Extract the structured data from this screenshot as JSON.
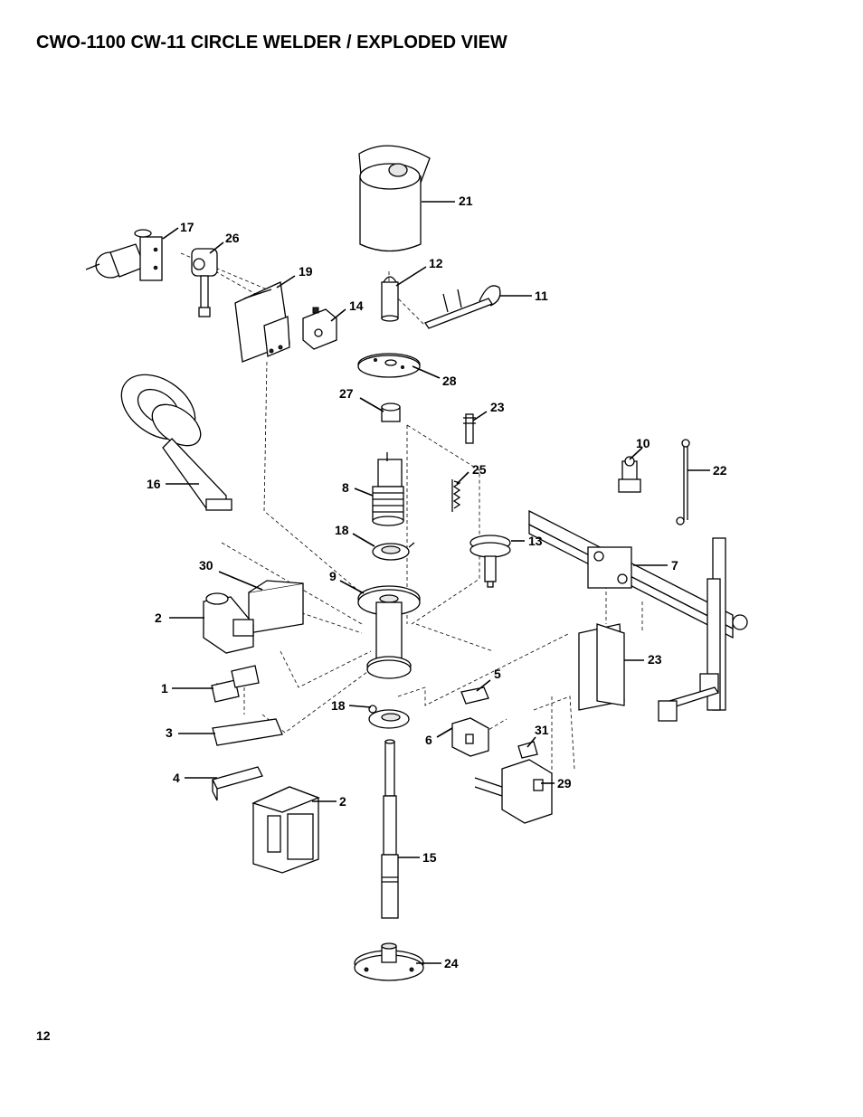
{
  "page": {
    "title": "CWO-1100 CW-11 CIRCLE WELDER / EXPLODED VIEW",
    "page_number": "12"
  },
  "callouts": [
    {
      "id": "21",
      "label": "21"
    },
    {
      "id": "17",
      "label": "17"
    },
    {
      "id": "26",
      "label": "26"
    },
    {
      "id": "19",
      "label": "19"
    },
    {
      "id": "12",
      "label": "12"
    },
    {
      "id": "11",
      "label": "11"
    },
    {
      "id": "14",
      "label": "14"
    },
    {
      "id": "28",
      "label": "28"
    },
    {
      "id": "27",
      "label": "27"
    },
    {
      "id": "23a",
      "label": "23"
    },
    {
      "id": "10",
      "label": "10"
    },
    {
      "id": "22",
      "label": "22"
    },
    {
      "id": "25",
      "label": "25"
    },
    {
      "id": "16",
      "label": "16"
    },
    {
      "id": "8",
      "label": "8"
    },
    {
      "id": "18a",
      "label": "18"
    },
    {
      "id": "13",
      "label": "13"
    },
    {
      "id": "7",
      "label": "7"
    },
    {
      "id": "30",
      "label": "30"
    },
    {
      "id": "9",
      "label": "9"
    },
    {
      "id": "2a",
      "label": "2"
    },
    {
      "id": "23b",
      "label": "23"
    },
    {
      "id": "5",
      "label": "5"
    },
    {
      "id": "1",
      "label": "1"
    },
    {
      "id": "18b",
      "label": "18"
    },
    {
      "id": "3",
      "label": "3"
    },
    {
      "id": "6",
      "label": "6"
    },
    {
      "id": "31",
      "label": "31"
    },
    {
      "id": "4",
      "label": "4"
    },
    {
      "id": "29",
      "label": "29"
    },
    {
      "id": "2b",
      "label": "2"
    },
    {
      "id": "15",
      "label": "15"
    },
    {
      "id": "24",
      "label": "24"
    }
  ]
}
